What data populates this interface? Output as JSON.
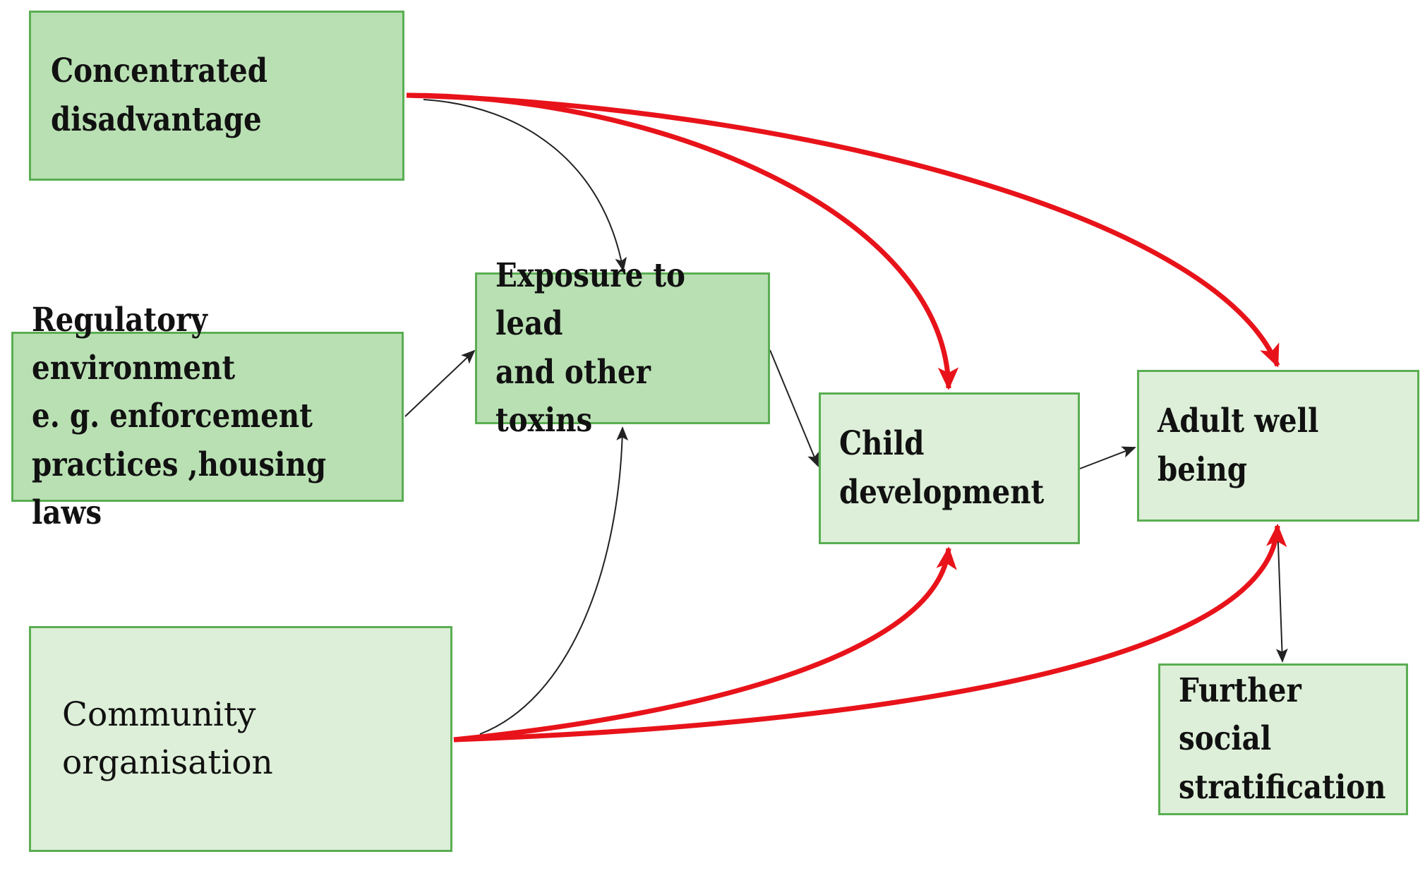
{
  "colors": {
    "box_dark": "#b9e0b3",
    "box_light": "#ddefd8",
    "box_border": "#5aae52",
    "strong_arrow": "#e8131a",
    "thin_arrow": "#222222"
  },
  "nodes": {
    "concentrated_disadvantage": "Concentrated\ndisadvantage",
    "regulatory_environment": "Regulatory environment\ne. g. enforcement\npractices ,housing laws",
    "community_organisation": "Community\norganisation",
    "exposure_to_lead": "Exposure to lead\nand other toxins",
    "child_development": "Child\ndevelopment",
    "adult_well_being": "Adult well being",
    "further_social_stratification": "Further social\nstratification"
  },
  "edges": [
    {
      "from": "concentrated_disadvantage",
      "to": "exposure_to_lead",
      "style": "thin"
    },
    {
      "from": "concentrated_disadvantage",
      "to": "child_development",
      "style": "strong"
    },
    {
      "from": "concentrated_disadvantage",
      "to": "adult_well_being",
      "style": "strong"
    },
    {
      "from": "regulatory_environment",
      "to": "exposure_to_lead",
      "style": "thin"
    },
    {
      "from": "community_organisation",
      "to": "exposure_to_lead",
      "style": "thin"
    },
    {
      "from": "community_organisation",
      "to": "child_development",
      "style": "strong"
    },
    {
      "from": "community_organisation",
      "to": "adult_well_being",
      "style": "strong"
    },
    {
      "from": "exposure_to_lead",
      "to": "child_development",
      "style": "thin"
    },
    {
      "from": "child_development",
      "to": "adult_well_being",
      "style": "thin"
    },
    {
      "from": "adult_well_being",
      "to": "further_social_stratification",
      "style": "thin"
    }
  ]
}
